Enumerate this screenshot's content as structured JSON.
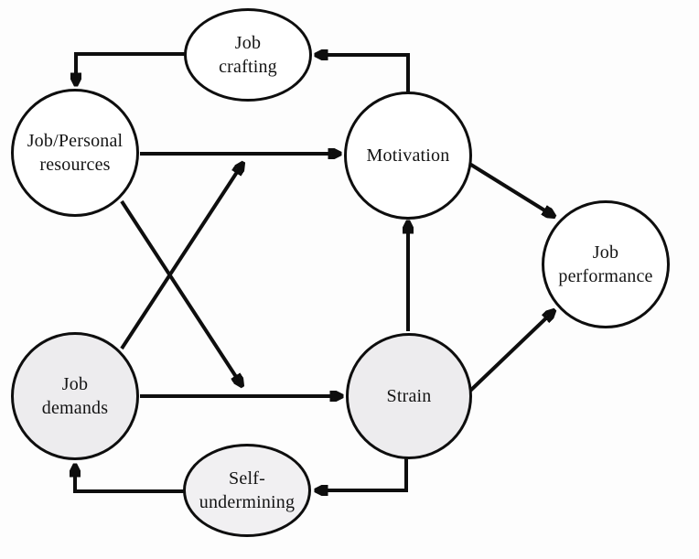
{
  "colors": {
    "background": "#fdfdfd",
    "node_fill_default": "#ffffff",
    "node_fill_shaded": "#edecee",
    "node_fill_shaded_light": "#f1f0f2",
    "stroke": "#0e0e0e",
    "text": "#141414"
  },
  "nodes": {
    "job_crafting": {
      "line1": "Job",
      "line2": "crafting"
    },
    "job_personal_resources": {
      "line1": "Job/Personal",
      "line2": "resources"
    },
    "motivation": {
      "line1": "Motivation"
    },
    "job_performance": {
      "line1": "Job",
      "line2": "performance"
    },
    "job_demands": {
      "line1": "Job",
      "line2": "demands"
    },
    "strain": {
      "line1": "Strain"
    },
    "self_undermining": {
      "line1": "Self-",
      "line2": "undermining"
    }
  },
  "edges": [
    {
      "from": "Job crafting",
      "to": "Job/Personal resources"
    },
    {
      "from": "Motivation",
      "to": "Job crafting"
    },
    {
      "from": "Job/Personal resources",
      "to": "Motivation"
    },
    {
      "from": "Job demands",
      "to": "Strain"
    },
    {
      "from": "Job/Personal resources",
      "to": "Strain"
    },
    {
      "from": "Job demands",
      "to": "Motivation"
    },
    {
      "from": "Strain",
      "to": "Motivation"
    },
    {
      "from": "Motivation",
      "to": "Job performance"
    },
    {
      "from": "Strain",
      "to": "Job performance"
    },
    {
      "from": "Strain",
      "to": "Self-undermining"
    },
    {
      "from": "Self-undermining",
      "to": "Job demands"
    }
  ]
}
